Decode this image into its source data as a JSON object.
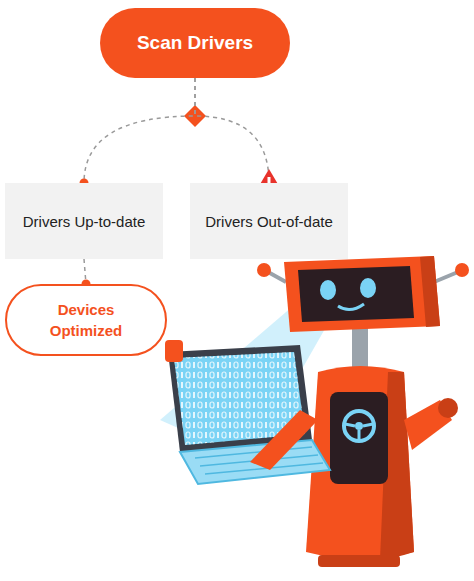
{
  "diagram": {
    "nodes": [
      {
        "text": [
          "Scan Drivers"
        ]
      },
      {
        "text": [
          "Drivers Up-to-date"
        ]
      },
      {
        "text": [
          "Drivers Out-of-date"
        ]
      },
      {
        "text": [
          "Devices Optimized"
        ]
      }
    ],
    "edges": [
      {
        "from": 0,
        "to": 1,
        "arrow": "none"
      },
      {
        "from": 0,
        "to": 2,
        "arrow": "none"
      },
      {
        "from": 1,
        "to": 3,
        "arrow": "none"
      }
    ]
  }
}
